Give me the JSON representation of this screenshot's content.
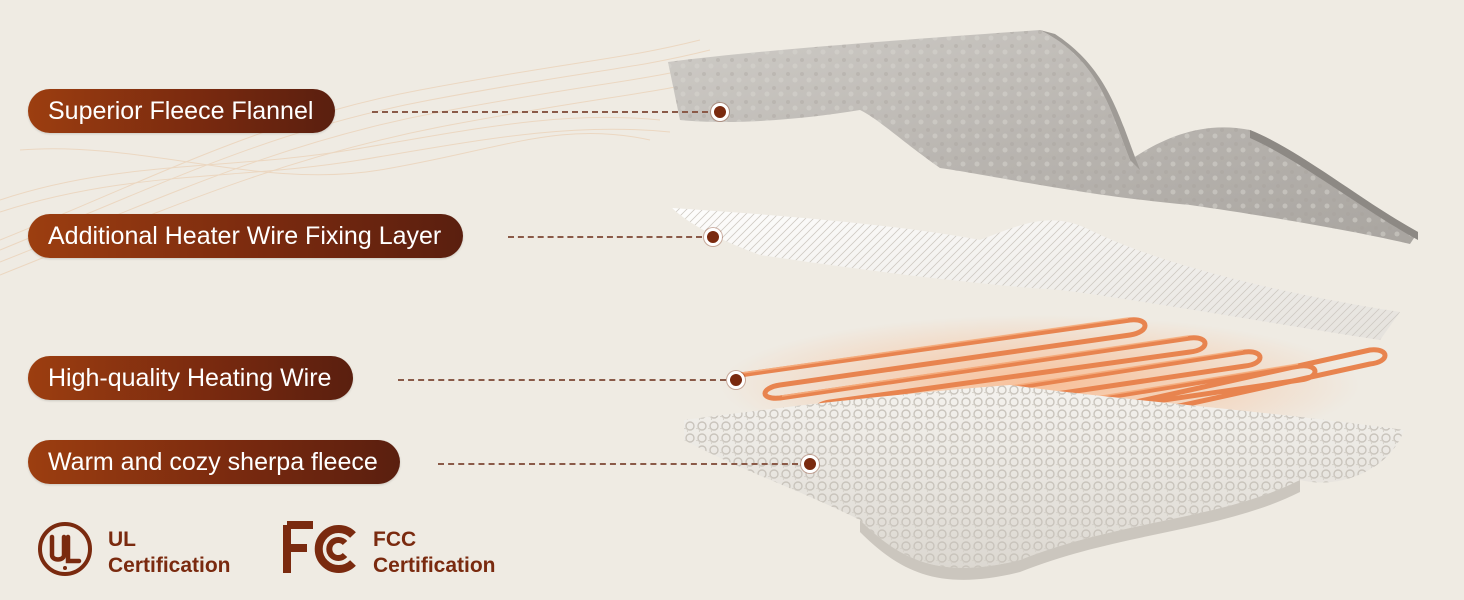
{
  "labels": [
    {
      "text": "Superior Fleece Flannel"
    },
    {
      "text": "Additional Heater Wire Fixing Layer"
    },
    {
      "text": "High-quality Heating Wire"
    },
    {
      "text": "Warm and cozy sherpa fleece"
    }
  ],
  "certifications": {
    "ul": {
      "logo_text": "UL",
      "line1": "UL",
      "line2": "Certification"
    },
    "fcc": {
      "logo_text": "FC",
      "line1": "FCC",
      "line2": "Certification"
    }
  },
  "colors": {
    "brand": "#7a2a0f",
    "brand_light": "#9c3e10",
    "background": "#efebe3",
    "wire": "#e8844f"
  },
  "icons": [
    "ul-logo-icon",
    "fcc-logo-icon"
  ]
}
